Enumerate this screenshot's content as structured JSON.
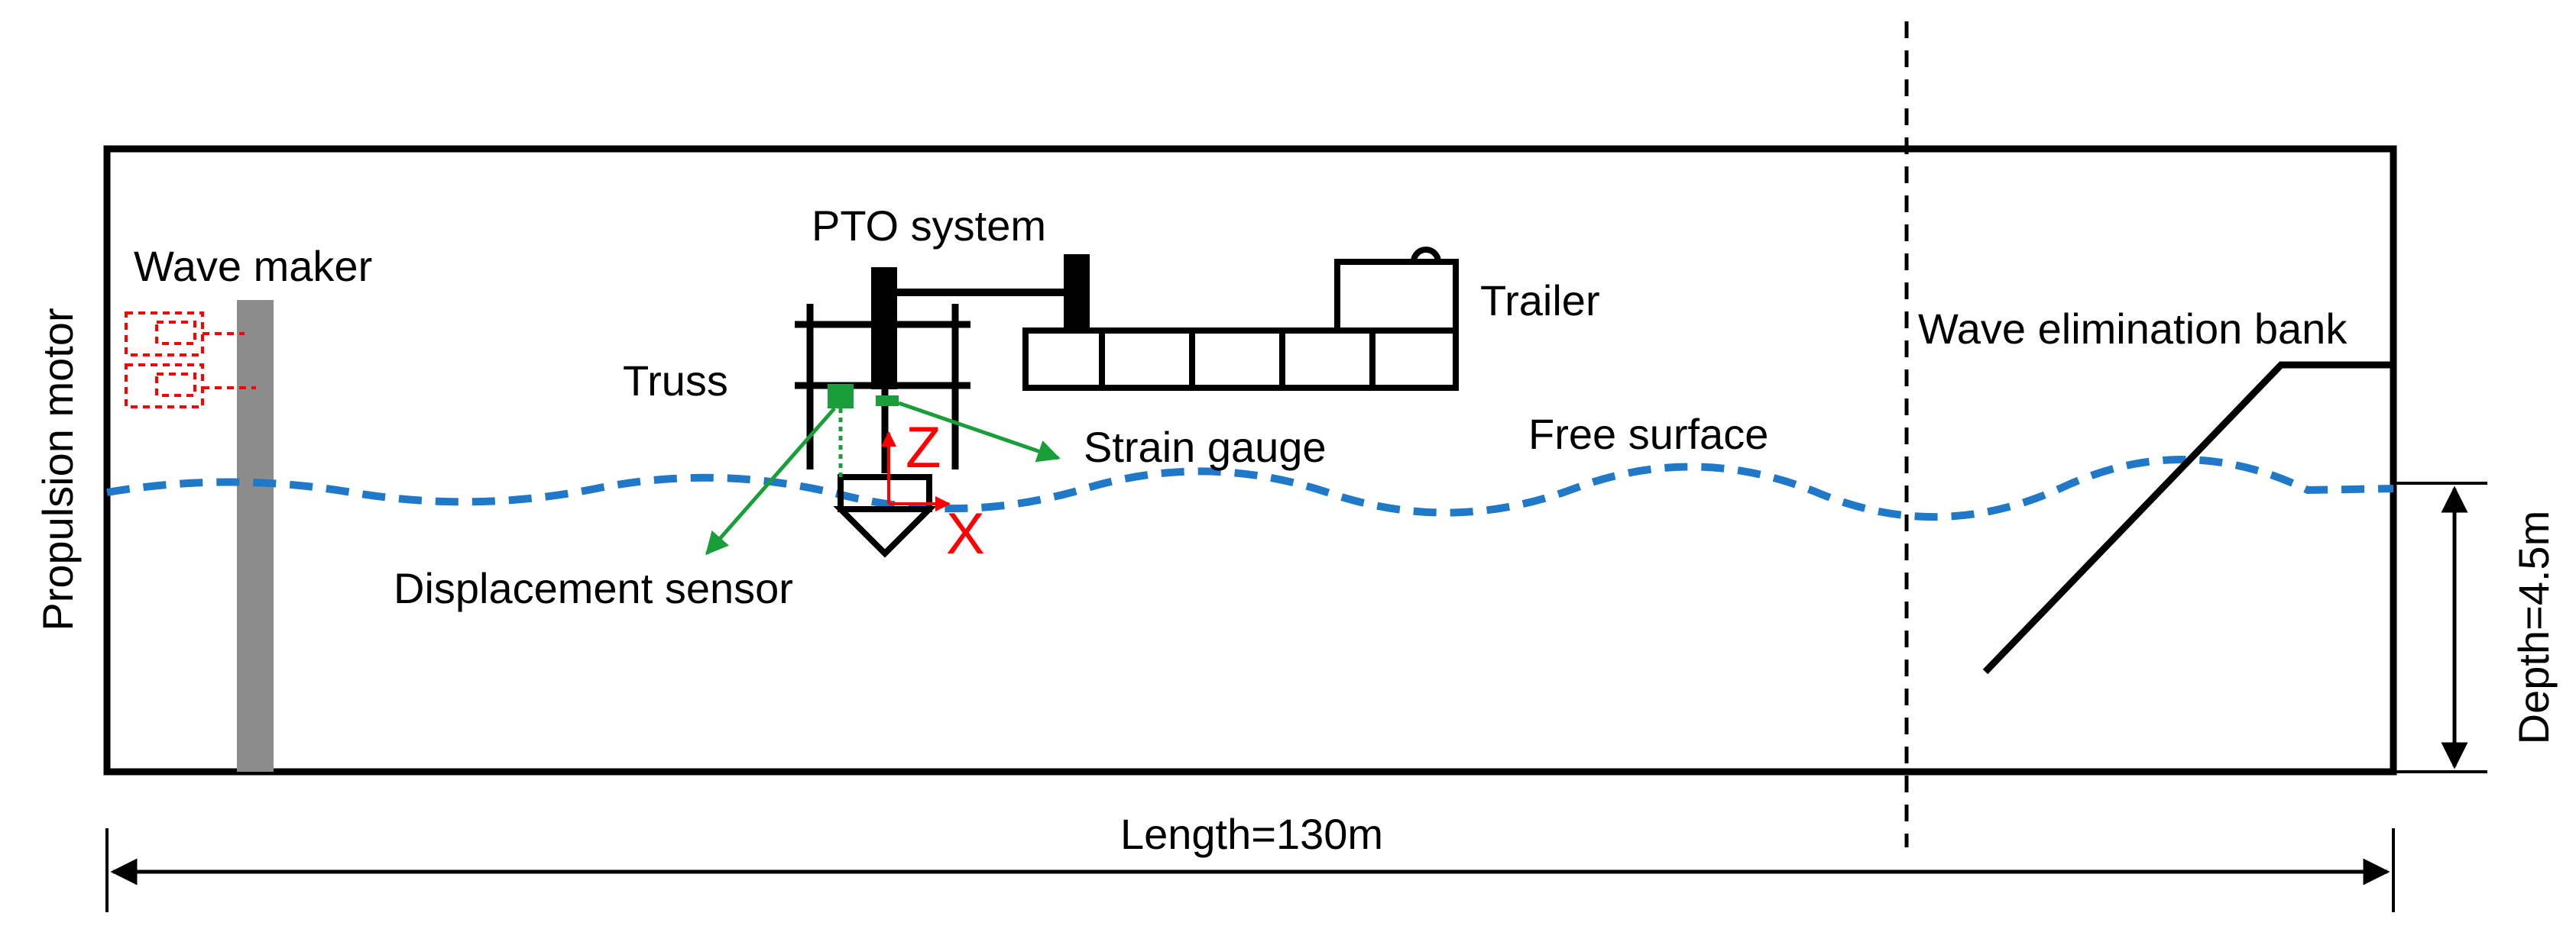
{
  "labels": {
    "propulsion_motor": "Propulsion motor",
    "wave_maker": "Wave maker",
    "pto_system": "PTO system",
    "truss": "Truss",
    "trailer": "Trailer",
    "wave_elimination_bank": "Wave elimination bank",
    "strain_gauge": "Strain gauge",
    "free_surface": "Free surface",
    "displacement_sensor": "Displacement sensor",
    "length": "Length=130m",
    "depth": "Depth=4.5m",
    "axis_z": "Z",
    "axis_x": "X"
  },
  "colors": {
    "structure": "#000000",
    "wave_maker_post": "#8c8c8c",
    "motor_dashed": "#ff0000",
    "sensor": "#1a9e3a",
    "water_surface": "#1f78c8",
    "axes": "#ff0000"
  }
}
